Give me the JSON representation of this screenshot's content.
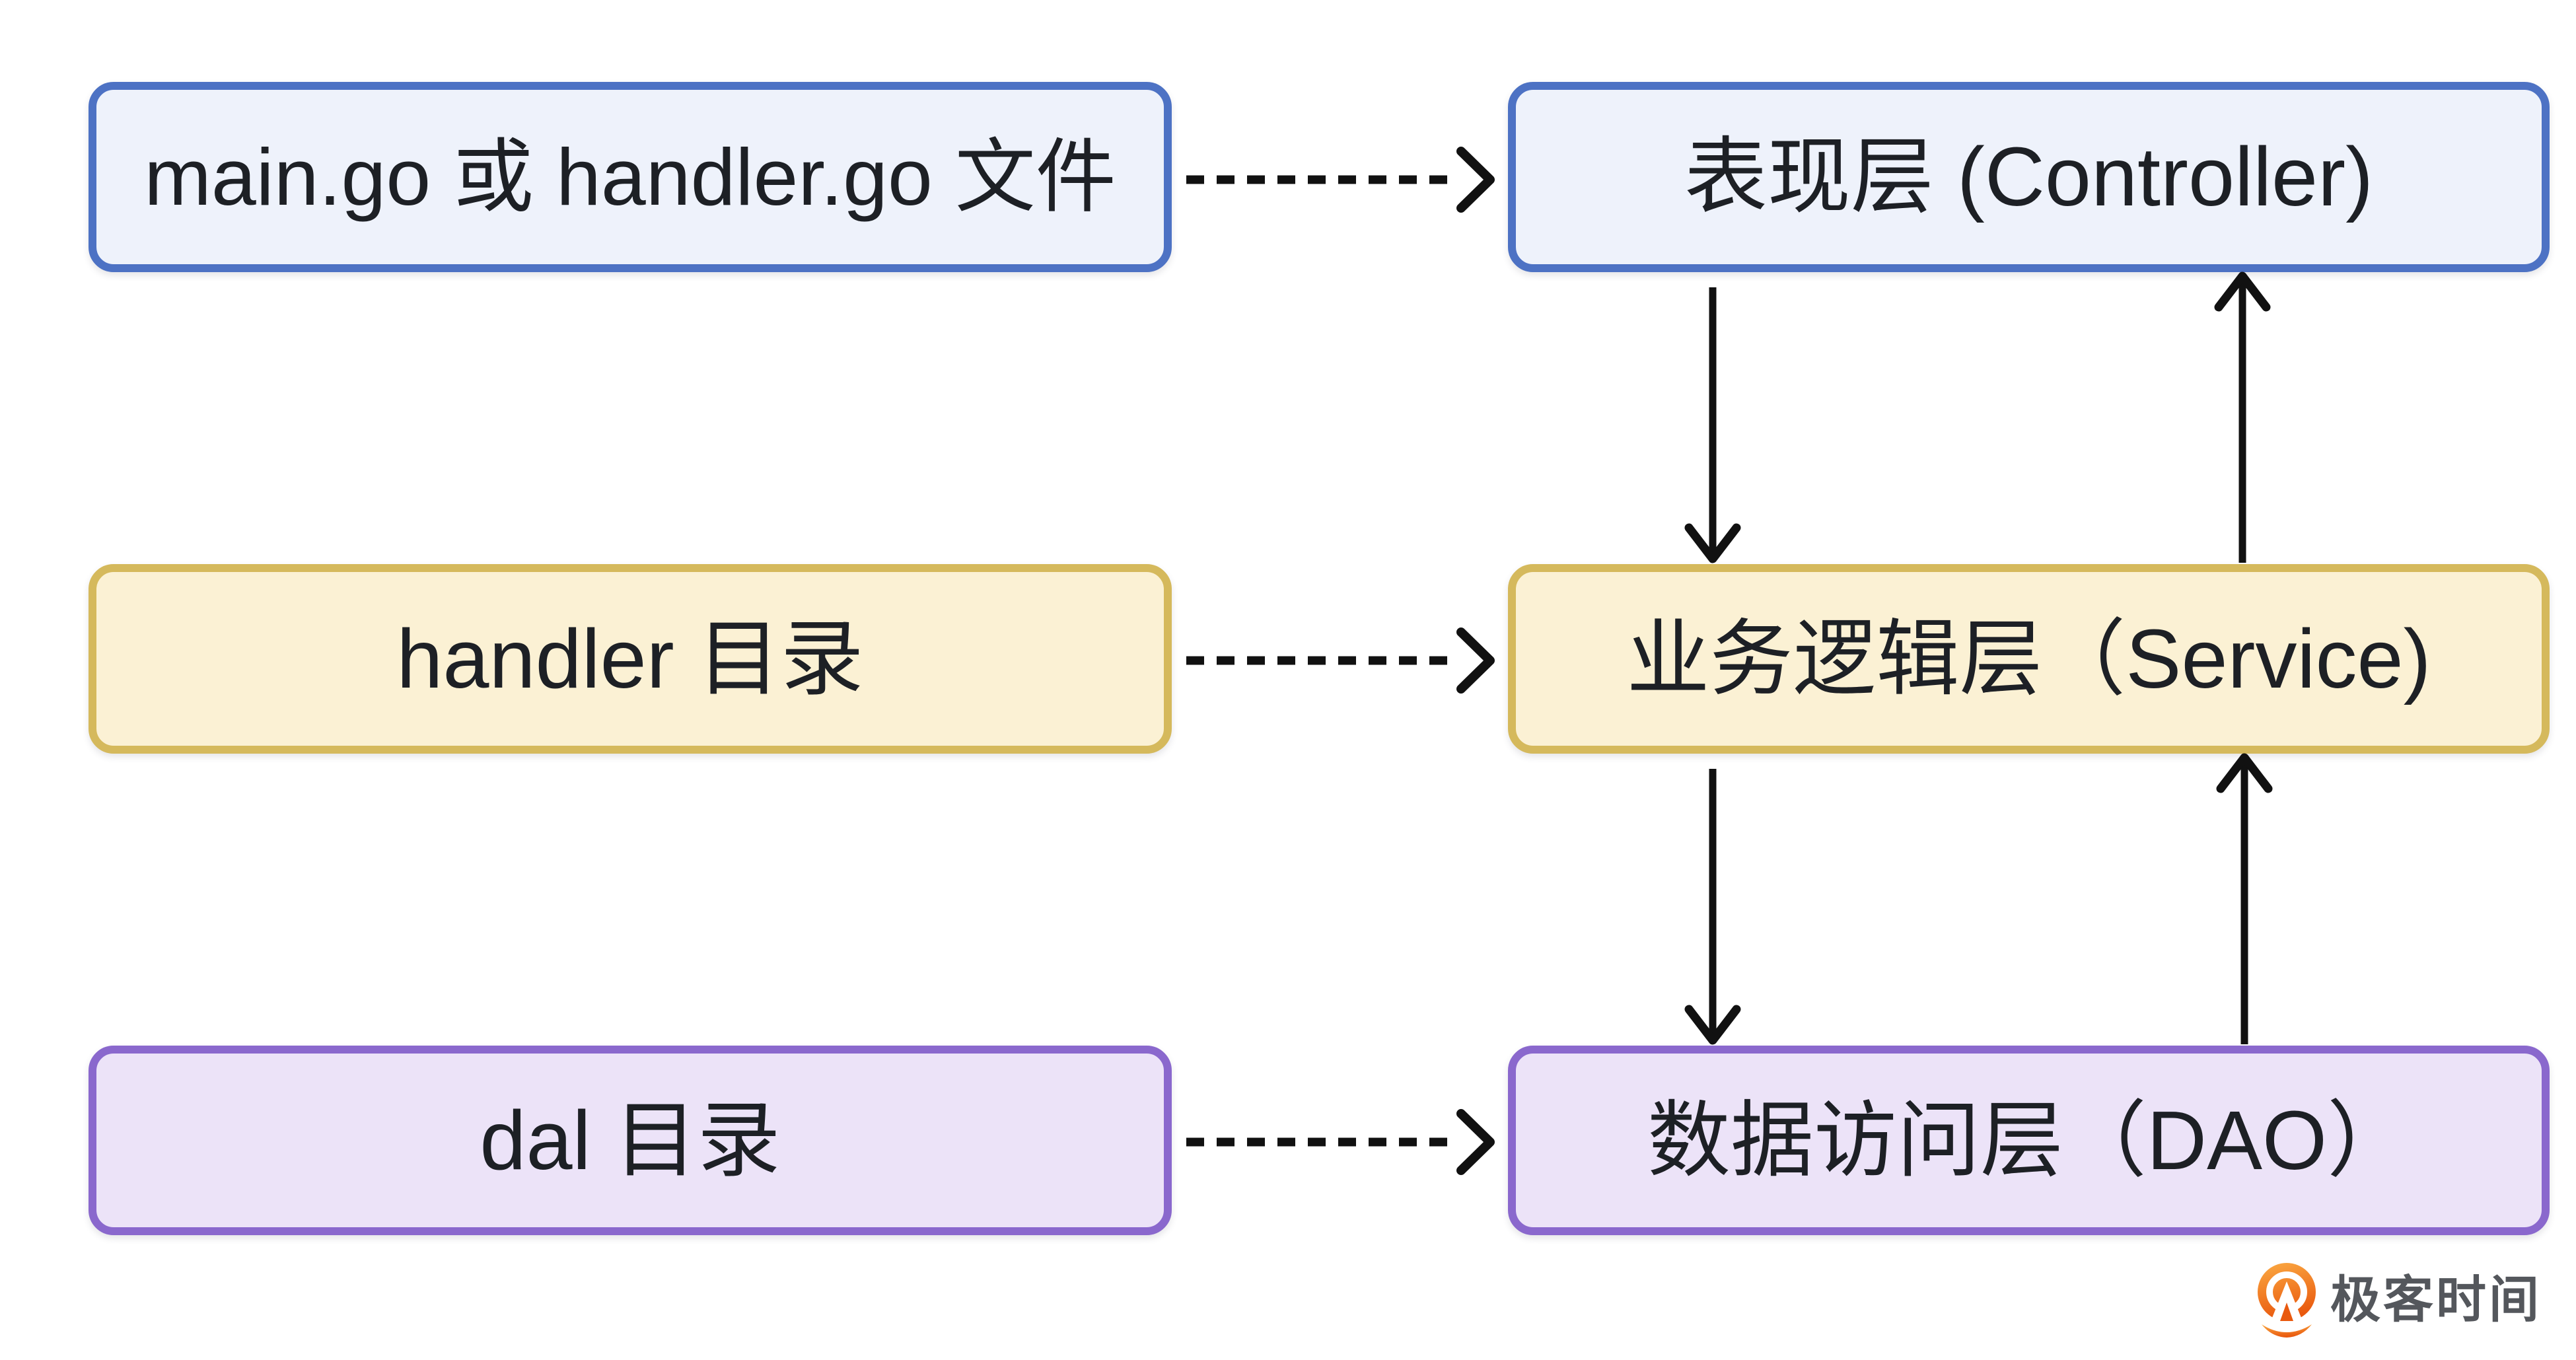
{
  "diagram": {
    "title_hint": "Go project layered architecture mapping",
    "nodes": [
      {
        "id": "main-or-handler-file",
        "label": "main.go 或 handler.go 文件",
        "palette": "blue",
        "column": "left",
        "row": 1
      },
      {
        "id": "controller-layer",
        "label": "表现层 (Controller)",
        "palette": "blue",
        "column": "right",
        "row": 1
      },
      {
        "id": "handler-dir",
        "label": "handler 目录",
        "palette": "yellow",
        "column": "left",
        "row": 2
      },
      {
        "id": "service-layer",
        "label": "业务逻辑层（Service)",
        "palette": "yellow",
        "column": "right",
        "row": 2
      },
      {
        "id": "dal-dir",
        "label": "dal 目录",
        "palette": "purple",
        "column": "left",
        "row": 3
      },
      {
        "id": "dao-layer",
        "label": "数据访问层（DAO）",
        "palette": "purple",
        "column": "right",
        "row": 3
      }
    ],
    "edges": [
      {
        "from": "main-or-handler-file",
        "to": "controller-layer",
        "style": "dashed",
        "direction": "right"
      },
      {
        "from": "handler-dir",
        "to": "service-layer",
        "style": "dashed",
        "direction": "right"
      },
      {
        "from": "dal-dir",
        "to": "dao-layer",
        "style": "dashed",
        "direction": "right"
      },
      {
        "from": "controller-layer",
        "to": "service-layer",
        "style": "solid",
        "direction": "down"
      },
      {
        "from": "service-layer",
        "to": "controller-layer",
        "style": "solid",
        "direction": "up"
      },
      {
        "from": "service-layer",
        "to": "dao-layer",
        "style": "solid",
        "direction": "down"
      },
      {
        "from": "dao-layer",
        "to": "service-layer",
        "style": "solid",
        "direction": "up"
      }
    ],
    "palette": {
      "blue": {
        "border": "#4d72c4",
        "fill": "#eef2fb"
      },
      "yellow": {
        "border": "#d5b95c",
        "fill": "#fbf1d4"
      },
      "purple": {
        "border": "#8a68cd",
        "fill": "#ece3f8"
      },
      "arrow": "#111111",
      "text": "#1d2025",
      "background": "#ffffff"
    }
  },
  "footer": {
    "brand_text": "极客时间",
    "brand_text_color": "#54575c",
    "logo_orange_top": "#fbaa43",
    "logo_orange_bottom": "#e9590e"
  },
  "nodes": [
    {
      "label": "main.go 或 handler.go 文件"
    },
    {
      "label": "表现层 (Controller)"
    },
    {
      "label": "handler 目录"
    },
    {
      "label": "业务逻辑层（Service)"
    },
    {
      "label": "dal 目录"
    },
    {
      "label": "数据访问层（DAO）"
    }
  ]
}
